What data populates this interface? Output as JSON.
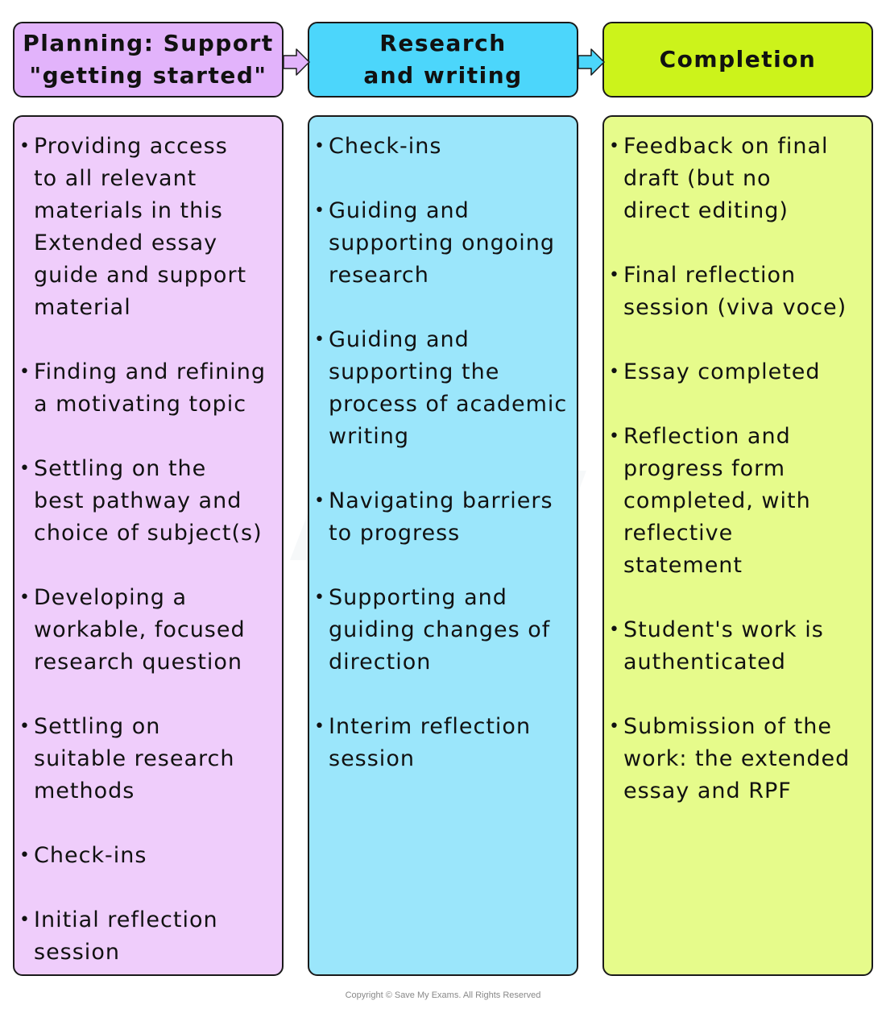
{
  "colors": {
    "planning_header": "#e2b3fb",
    "planning_body": "#efcdfb",
    "research_header": "#4cd6fb",
    "research_body": "#9be6fb",
    "completion_header": "#ccf31b",
    "completion_body": "#e6fb8b",
    "border": "#1a1a1a"
  },
  "columns": [
    {
      "title": "Planning: Support\n\"getting started\"",
      "items": [
        "Providing access\nto all relevant\nmaterials in this\nExtended essay\nguide and support\nmaterial",
        "Finding and refining\na motivating topic",
        "Settling on the\nbest pathway and\nchoice of subject(s)",
        "Developing a\nworkable, focused\nresearch question",
        "Settling on\nsuitable research\nmethods",
        "Check-ins",
        "Initial reflection\nsession"
      ]
    },
    {
      "title": "Research\nand writing",
      "items": [
        "Check-ins",
        "Guiding and\nsupporting ongoing\nresearch",
        "Guiding and\nsupporting the\nprocess of academic\nwriting",
        "Navigating barriers\nto progress",
        "Supporting and\nguiding changes of\ndirection",
        "Interim reflection\nsession"
      ]
    },
    {
      "title": "Completion",
      "items": [
        "Feedback on final\ndraft (but no\ndirect editing)",
        "Final reflection\nsession (viva voce)",
        "Essay completed",
        "Reflection and\nprogress form\ncompleted, with\nreflective\nstatement",
        "Student's work is\nauthenticated",
        "Submission of the\nwork: the extended\nessay and RPF"
      ]
    }
  ],
  "watermark": "SaveMy Exams",
  "copyright": "Copyright © Save My Exams. All Rights Reserved"
}
